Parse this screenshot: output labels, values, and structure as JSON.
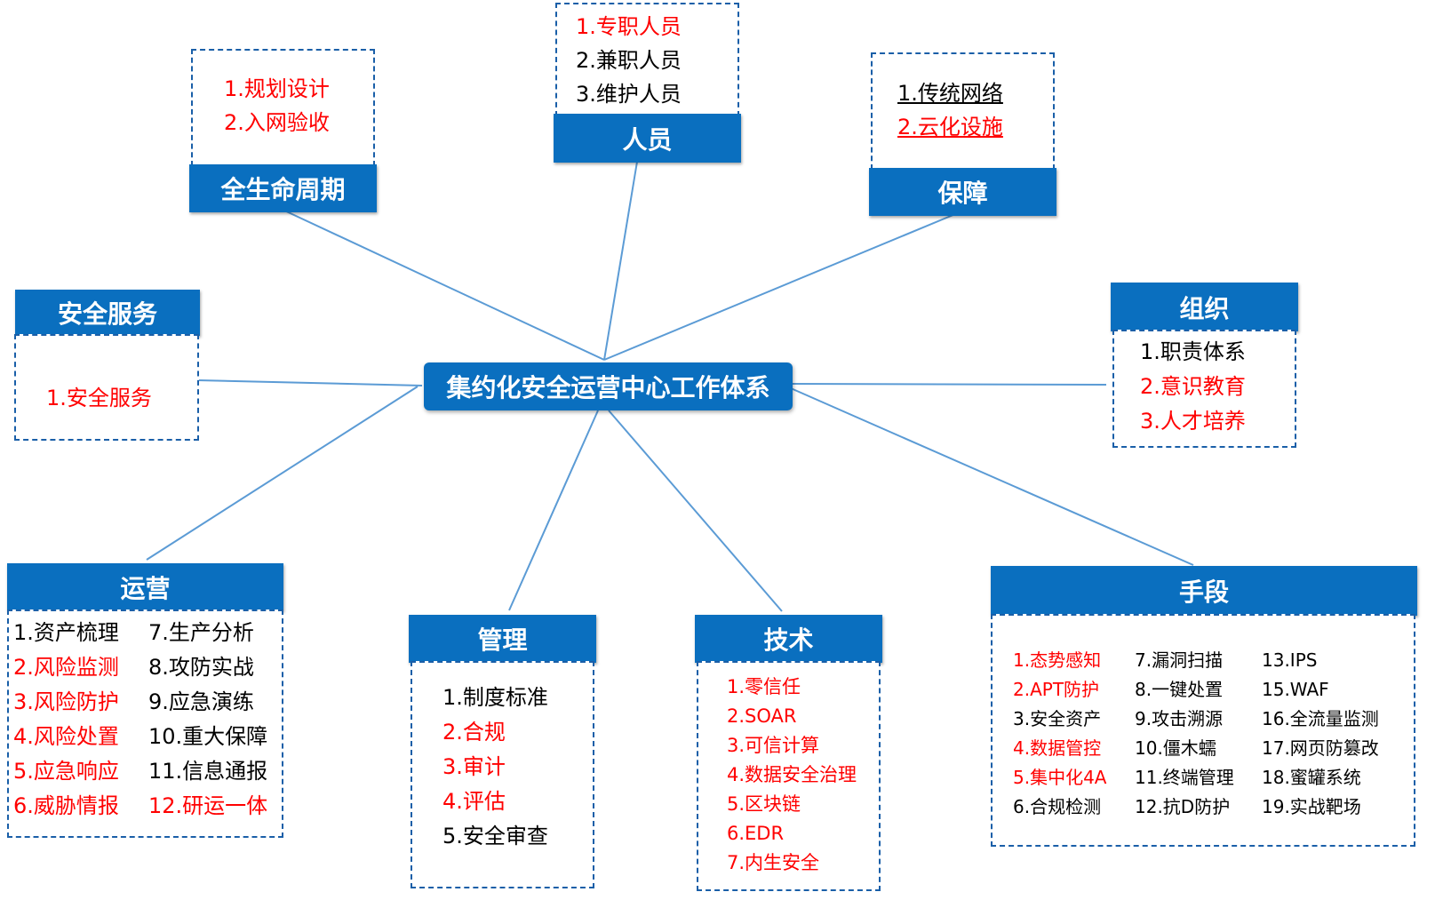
{
  "center": {
    "title": "集约化安全运营中心工作体系"
  },
  "colors": {
    "header": "#0a6fbf",
    "line": "#5b9bd5",
    "red": "#ff0000",
    "border": "#1a5fa8"
  },
  "nodes": {
    "lifecycle": {
      "title": "全生命周期",
      "items": [
        {
          "text": "1.规划设计",
          "highlight": true
        },
        {
          "text": "2.入网验收",
          "highlight": true
        }
      ]
    },
    "personnel": {
      "title": "人员",
      "items": [
        {
          "text": "1.专职人员",
          "highlight": true
        },
        {
          "text": "2.兼职人员",
          "highlight": false
        },
        {
          "text": "3.维护人员",
          "highlight": false
        }
      ]
    },
    "support": {
      "title": "保障",
      "items": [
        {
          "text": "1.传统网络",
          "highlight": false
        },
        {
          "text": "2.云化设施",
          "highlight": true
        }
      ]
    },
    "service": {
      "title": "安全服务",
      "items": [
        {
          "text": "1.安全服务",
          "highlight": true
        }
      ]
    },
    "organization": {
      "title": "组织",
      "items": [
        {
          "text": "1.职责体系",
          "highlight": false
        },
        {
          "text": "2.意识教育",
          "highlight": true
        },
        {
          "text": "3.人才培养",
          "highlight": true
        }
      ]
    },
    "operation": {
      "title": "运营",
      "items": [
        {
          "text": "1.资产梳理",
          "highlight": false
        },
        {
          "text": "2.风险监测",
          "highlight": true
        },
        {
          "text": "3.风险防护",
          "highlight": true
        },
        {
          "text": "4.风险处置",
          "highlight": true
        },
        {
          "text": "5.应急响应",
          "highlight": true
        },
        {
          "text": "6.威胁情报",
          "highlight": true
        },
        {
          "text": "7.生产分析",
          "highlight": false
        },
        {
          "text": "8.攻防实战",
          "highlight": false
        },
        {
          "text": "9.应急演练",
          "highlight": false
        },
        {
          "text": "10.重大保障",
          "highlight": false
        },
        {
          "text": "11.信息通报",
          "highlight": false
        },
        {
          "text": "12.研运一体",
          "highlight": true
        }
      ]
    },
    "management": {
      "title": "管理",
      "items": [
        {
          "text": "1.制度标准",
          "highlight": false
        },
        {
          "text": "2.合规",
          "highlight": true
        },
        {
          "text": "3.审计",
          "highlight": true
        },
        {
          "text": "4.评估",
          "highlight": true
        },
        {
          "text": "5.安全审查",
          "highlight": false
        }
      ]
    },
    "technology": {
      "title": "技术",
      "items": [
        {
          "text": "1.零信任",
          "highlight": true
        },
        {
          "text": "2.SOAR",
          "highlight": true
        },
        {
          "text": "3.可信计算",
          "highlight": true
        },
        {
          "text": "4.数据安全治理",
          "highlight": true
        },
        {
          "text": "5.区块链",
          "highlight": true
        },
        {
          "text": "6.EDR",
          "highlight": true
        },
        {
          "text": "7.内生安全",
          "highlight": true
        }
      ]
    },
    "means": {
      "title": "手段",
      "items": [
        {
          "text": "1.态势感知",
          "highlight": true
        },
        {
          "text": "2.APT防护",
          "highlight": true
        },
        {
          "text": "3.安全资产",
          "highlight": false
        },
        {
          "text": "4.数据管控",
          "highlight": true
        },
        {
          "text": "5.集中化4A",
          "highlight": true
        },
        {
          "text": "6.合规检测",
          "highlight": false
        },
        {
          "text": "7.漏洞扫描",
          "highlight": false
        },
        {
          "text": "8.一键处置",
          "highlight": false
        },
        {
          "text": "9.攻击溯源",
          "highlight": false
        },
        {
          "text": "10.僵木蠕",
          "highlight": false
        },
        {
          "text": "11.终端管理",
          "highlight": false
        },
        {
          "text": "12.抗D防护",
          "highlight": false
        },
        {
          "text": "13.IPS",
          "highlight": false
        },
        {
          "text": "15.WAF",
          "highlight": false
        },
        {
          "text": "16.全流量监测",
          "highlight": false
        },
        {
          "text": "17.网页防篡改",
          "highlight": false
        },
        {
          "text": "18.蜜罐系统",
          "highlight": false
        },
        {
          "text": "19.实战靶场",
          "highlight": false
        }
      ]
    }
  }
}
